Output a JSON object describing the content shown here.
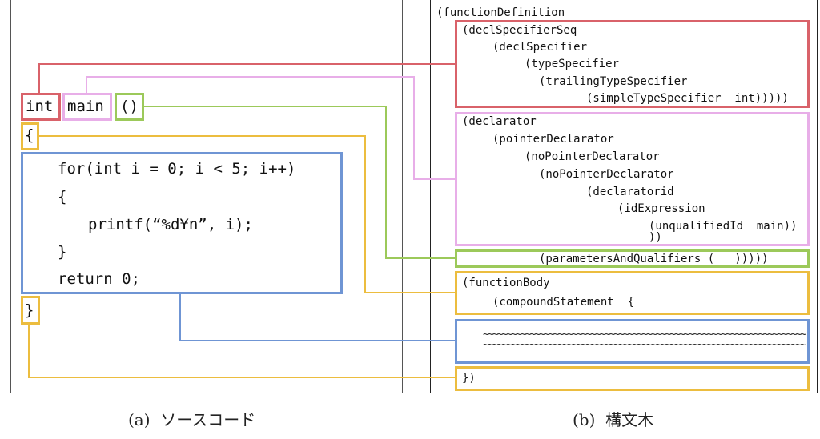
{
  "colors": {
    "decl_specifier": "#d9626a",
    "declarator": "#e8aee8",
    "parameters": "#9cc95a",
    "function_body": "#ecbd3f",
    "statements": "#6f95d4",
    "panel_border": "#555555"
  },
  "source_code": {
    "caption": "(a)  ソースコード",
    "tokens": {
      "type": "int",
      "name": "main",
      "params": "()",
      "open_brace": "{",
      "close_brace": "}"
    },
    "body_lines": [
      "for(int i = 0; i < 5; i++)",
      "{",
      "printf(“%d¥n”, i);",
      "}",
      "return 0;"
    ]
  },
  "syntax_tree": {
    "caption": "(b)  構文木",
    "root": "(functionDefinition",
    "decl_specifier_lines": [
      "(declSpecifierSeq",
      "(declSpecifier",
      "(typeSpecifier",
      "(trailingTypeSpecifier",
      "(simpleTypeSpecifier  int)))))"
    ],
    "declarator_lines": [
      "(declarator",
      "(pointerDeclarator",
      "(noPointerDeclarator",
      "(noPointerDeclarator",
      "(declaratorid",
      "(idExpression",
      "(unqualifiedId  main))",
      "))"
    ],
    "parameters_line": "(parametersAndQualifiers (   )))))",
    "function_body_lines": [
      "(functionBody",
      "(compoundStatement  {"
    ],
    "statements_placeholder": [
      "~~~~~~~~~~~~~~~~~~~~~~~~~~~~~~~~~~~~~~~~~~~~~~~~~~~~~~~~~~~~~~~~~~~~~",
      "~~~~~~~~~~~~~~~~~~~~~~~~~~~~~~~~~~~~~~~~~~~~~~~~~~~~~~~~~~~~~~~~~~~~~"
    ],
    "closing_line": "})"
  }
}
